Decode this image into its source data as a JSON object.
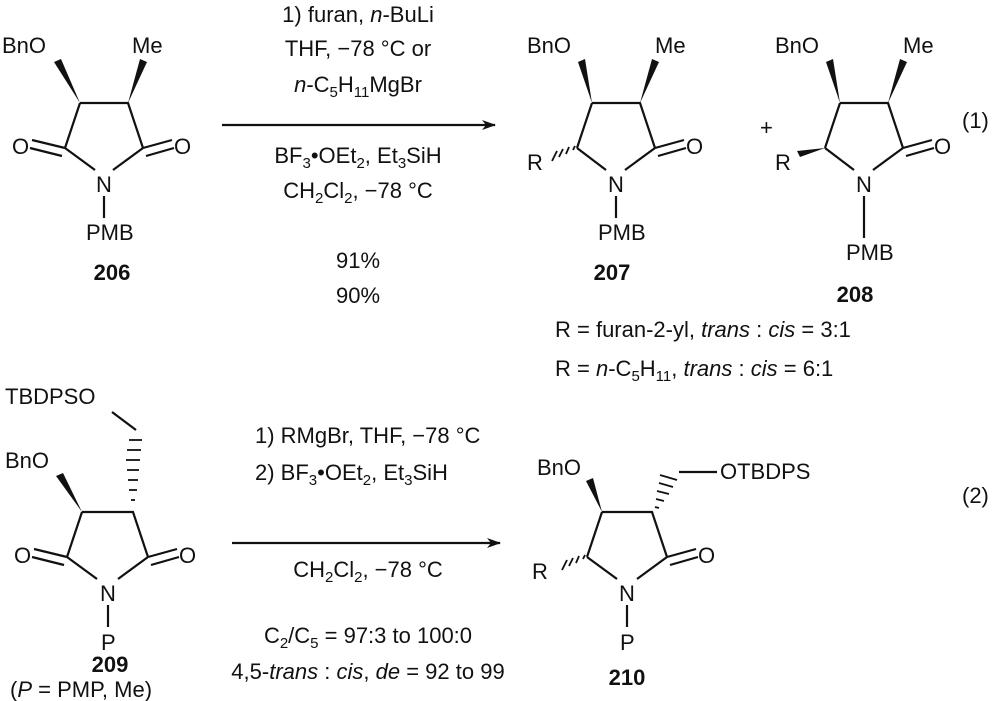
{
  "eq1": {
    "number": "(1)",
    "sm": {
      "label": "206",
      "bno": "BnO",
      "me": "Me",
      "o": "O",
      "n": "N",
      "pg": "PMB"
    },
    "conditions": {
      "l1": [
        "1) furan, ",
        "n",
        "-BuLi"
      ],
      "l2": "THF, −78 °C or",
      "l3": [
        "n",
        "-C",
        "5",
        "H",
        "11",
        "MgBr"
      ],
      "l4": [
        "BF",
        "3",
        "•OEt",
        "2",
        ", Et",
        "3",
        "SiH"
      ],
      "l5": [
        "CH",
        "2",
        "Cl",
        "2",
        ", −78 °C"
      ],
      "yield1": "91%",
      "yield2": "90%"
    },
    "p1": {
      "label": "207",
      "bno": "BnO",
      "me": "Me",
      "r": "R",
      "o": "O",
      "n": "N",
      "pg": "PMB"
    },
    "plus": "+",
    "p2": {
      "label": "208",
      "bno": "BnO",
      "me": "Me",
      "r": "R",
      "o": "O",
      "n": "N",
      "pg": "PMB"
    },
    "note1": [
      "R = furan-2-yl, ",
      "trans",
      " : ",
      "cis",
      " = 3:1"
    ],
    "note2": [
      "R = ",
      "n",
      "-C",
      "5",
      "H",
      "11",
      ", ",
      "trans",
      " : ",
      "cis",
      " = 6:1"
    ]
  },
  "eq2": {
    "number": "(2)",
    "sm": {
      "label": "209",
      "tbdpso": "TBDPSO",
      "bno": "BnO",
      "o": "O",
      "n": "N",
      "pg": "P",
      "note": [
        "(",
        "P",
        " = PMP, Me)"
      ]
    },
    "conditions": {
      "l1": "1) RMgBr, THF, −78 °C",
      "l2": [
        "2) BF",
        "3",
        "•OEt",
        "2",
        ", Et",
        "3",
        "SiH"
      ],
      "l3": [
        "CH",
        "2",
        "Cl",
        "2",
        ", −78 °C"
      ],
      "l4": [
        "C",
        "2",
        "/C",
        "5",
        " = 97:3 to 100:0"
      ],
      "l5": [
        "4,5-",
        "trans",
        " : ",
        "cis",
        ", ",
        "de",
        " = 92 to 99"
      ]
    },
    "p": {
      "label": "210",
      "bno": "BnO",
      "otbdps": "OTBDPS",
      "r": "R",
      "o": "O",
      "n": "N",
      "pg": "P"
    }
  }
}
